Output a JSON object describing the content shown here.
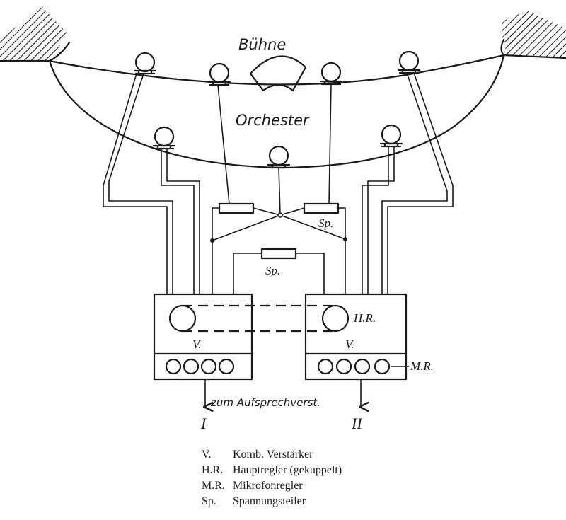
{
  "diagram": {
    "labels": {
      "stage": "Bühne",
      "orchestra": "Orchester",
      "sp_upper": "Sp.",
      "sp_lower": "Sp.",
      "hr": "H.R.",
      "v_left": "V.",
      "v_right": "V.",
      "mr": "M.R.",
      "output": "zum Aufsprechverst.",
      "out_left": "I",
      "out_right": "II"
    },
    "legend": [
      {
        "abbr": "V.",
        "text": "Komb. Verstärker"
      },
      {
        "abbr": "H.R.",
        "text": "Hauptregler (gekuppelt)"
      },
      {
        "abbr": "M.R.",
        "text": "Mikrofonregler"
      },
      {
        "abbr": "Sp.",
        "text": "Spannungsteiler"
      }
    ]
  }
}
